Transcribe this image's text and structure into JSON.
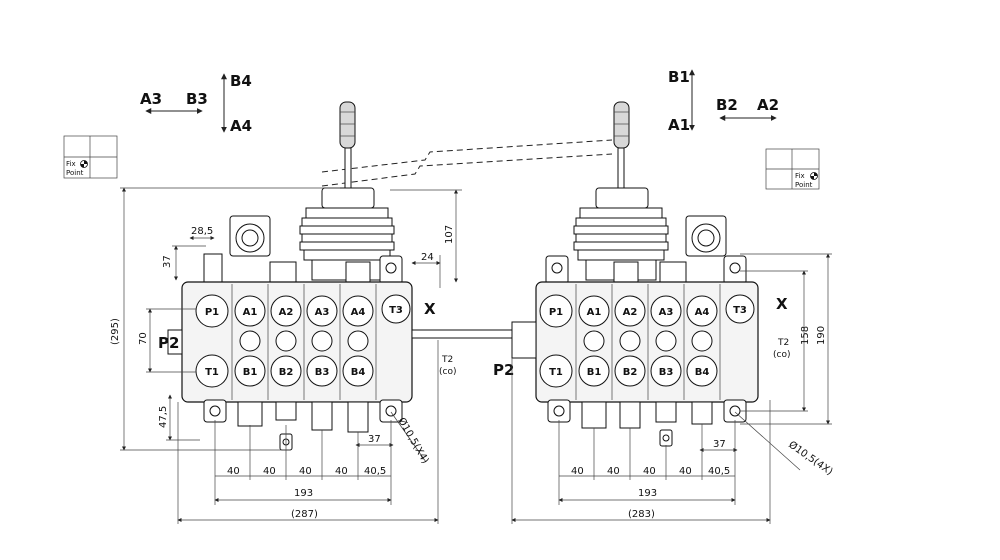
{
  "direction_labels": {
    "left": {
      "a3": "A3",
      "b3": "B3",
      "b4": "B4",
      "a4": "A4"
    },
    "right": {
      "b1": "B1",
      "a1": "A1",
      "b2": "B2",
      "a2": "A2"
    }
  },
  "fix_point": {
    "line1": "Fix",
    "line2": "Point"
  },
  "left_view": {
    "ports_top": [
      "P1",
      "A1",
      "A2",
      "A3",
      "A4",
      "T3"
    ],
    "ports_bottom": [
      "T1",
      "B1",
      "B2",
      "B3",
      "B4"
    ],
    "p2": "P2",
    "x": "X",
    "t2": "T2",
    "co": "(co)",
    "dims": {
      "d285": "28,5",
      "d37_top": "37",
      "d24": "24",
      "d107": "107",
      "d295": "(295)",
      "d70": "70",
      "d475": "47,5",
      "d37_bottom": "37",
      "hole": "Ø10,5(X4)",
      "spacing": [
        "40",
        "40",
        "40",
        "40",
        "40,5"
      ],
      "d193": "193",
      "d287": "(287)"
    }
  },
  "right_view": {
    "ports_top": [
      "P1",
      "A1",
      "A2",
      "A3",
      "A4",
      "T3"
    ],
    "ports_bottom": [
      "T1",
      "B1",
      "B2",
      "B3",
      "B4"
    ],
    "p2": "P2",
    "x": "X",
    "t2": "T2",
    "co": "(co)",
    "dims": {
      "d158": "158",
      "d190": "190",
      "d37_bottom": "37",
      "hole": "Ø10,5(4X)",
      "spacing": [
        "40",
        "40",
        "40",
        "40",
        "40,5"
      ],
      "d193": "193",
      "d283": "(283)"
    }
  }
}
